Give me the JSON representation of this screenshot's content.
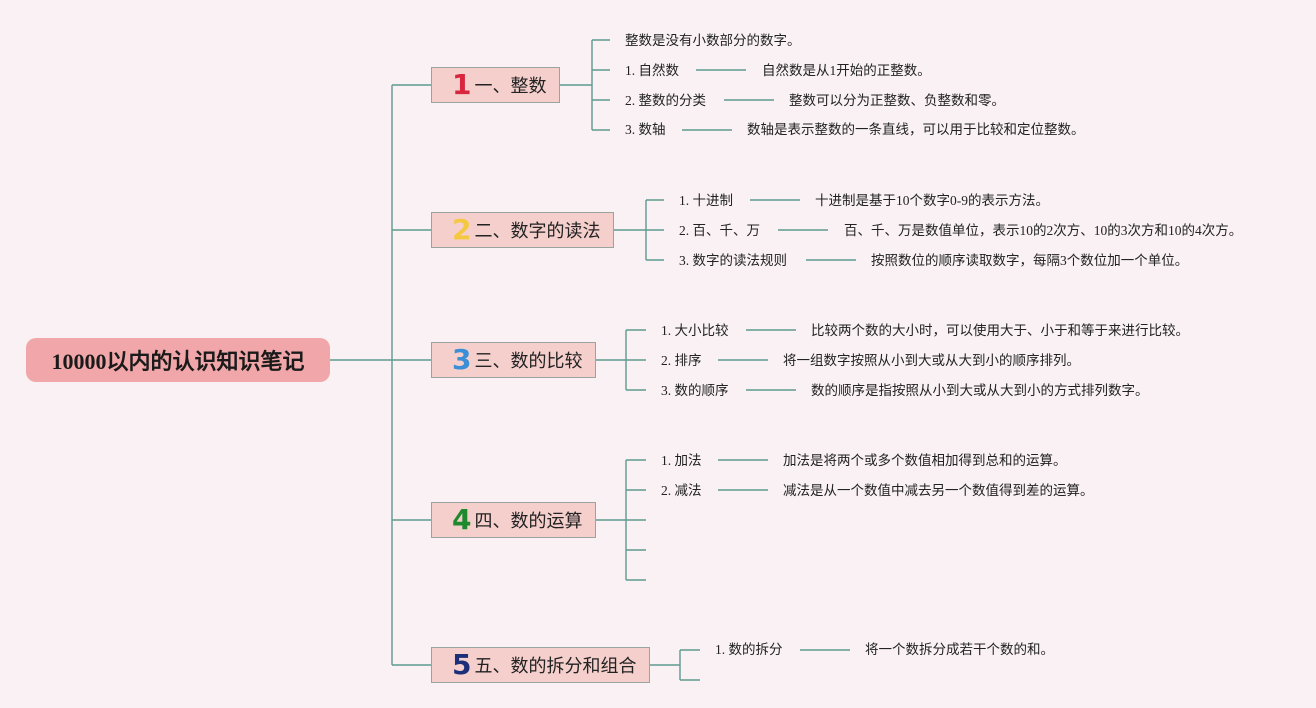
{
  "root": {
    "title": "10000以内的认识知识笔记"
  },
  "colors": {
    "line": "#5e9b8f",
    "n1": "#d7263d",
    "n2": "#f5c842",
    "n3": "#3a8fd6",
    "n4": "#1f8a2d",
    "n5": "#1e2f7a"
  },
  "topics": [
    {
      "num": "1",
      "label": "一、整数",
      "intro": "整数是没有小数部分的数字。",
      "items": [
        {
          "name": "1. 自然数",
          "desc": "自然数是从1开始的正整数。"
        },
        {
          "name": "2. 整数的分类",
          "desc": "整数可以分为正整数、负整数和零。"
        },
        {
          "name": "3. 数轴",
          "desc": "数轴是表示整数的一条直线，可以用于比较和定位整数。"
        }
      ]
    },
    {
      "num": "2",
      "label": "二、数字的读法",
      "items": [
        {
          "name": "1. 十进制",
          "desc": "十进制是基于10个数字0-9的表示方法。"
        },
        {
          "name": "2. 百、千、万",
          "desc": "百、千、万是数值单位，表示10的2次方、10的3次方和10的4次方。"
        },
        {
          "name": "3. 数字的读法规则",
          "desc": "按照数位的顺序读取数字，每隔3个数位加一个单位。"
        }
      ]
    },
    {
      "num": "3",
      "label": "三、数的比较",
      "items": [
        {
          "name": "1. 大小比较",
          "desc": "比较两个数的大小时，可以使用大于、小于和等于来进行比较。"
        },
        {
          "name": "2. 排序",
          "desc": "将一组数字按照从小到大或从大到小的顺序排列。"
        },
        {
          "name": "3. 数的顺序",
          "desc": "数的顺序是指按照从小到大或从大到小的方式排列数字。"
        }
      ]
    },
    {
      "num": "4",
      "label": "四、数的运算",
      "items": [
        {
          "name": "1. 加法",
          "desc": "加法是将两个或多个数值相加得到总和的运算。"
        },
        {
          "name": "2. 减法",
          "desc": "减法是从一个数值中减去另一个数值得到差的运算。"
        }
      ]
    },
    {
      "num": "5",
      "label": "五、数的拆分和组合",
      "items": [
        {
          "name": "1. 数的拆分",
          "desc": "将一个数拆分成若干个数的和。"
        }
      ]
    }
  ]
}
